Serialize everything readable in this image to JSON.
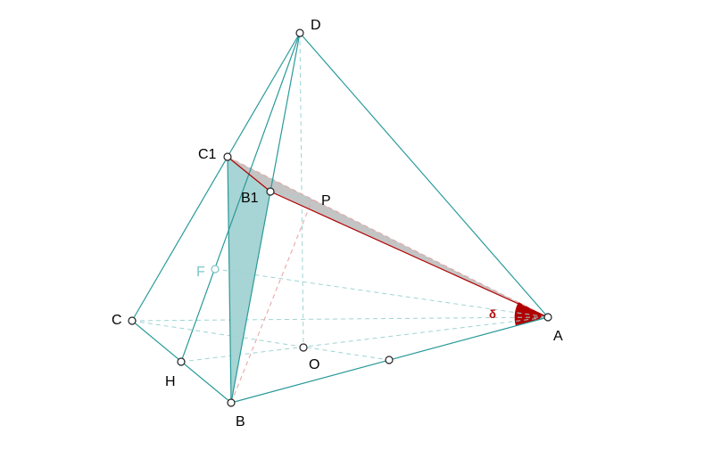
{
  "points": {
    "D": "D",
    "C1": "C1",
    "B1": "B1",
    "P": "P",
    "F": "F",
    "C": "C",
    "A": "A",
    "H": "H",
    "O": "O",
    "B": "B"
  },
  "angle_label": "δ",
  "colors": {
    "edge": "#2a9a9a",
    "hidden_edge": "#9fd3d3",
    "section": "#b00000",
    "triangle_fill": "#a7d4d4",
    "section_fill": "#bdbdbd",
    "angle_fill": "#b00000"
  }
}
